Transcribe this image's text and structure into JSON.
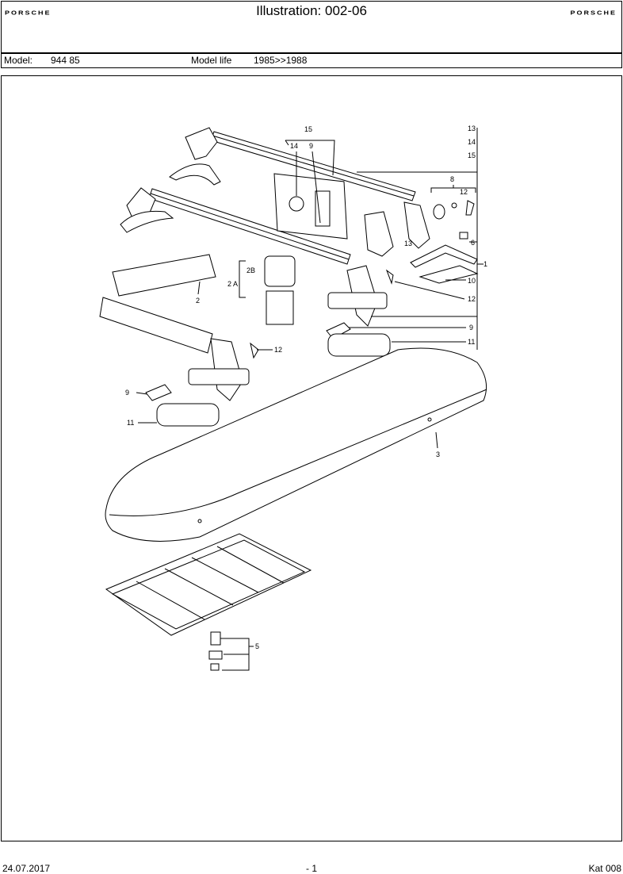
{
  "header": {
    "brand_left": "PORSCHE",
    "title": "Illustration: 002-06",
    "brand_right": "PORSCHE"
  },
  "model_bar": {
    "model_label": "Model:",
    "model_value": "944 85",
    "life_label": "Model life",
    "life_value": "1985>>1988"
  },
  "callouts": {
    "c15": "15",
    "c14": "14",
    "c9": "9",
    "c13": "13",
    "c14b": "14",
    "c15b": "15",
    "c8": "8",
    "c12a": "12",
    "c6": "6",
    "c13b": "13",
    "c1": "1",
    "c10": "10",
    "c2b": "2B",
    "c2a": "2 A",
    "c2": "2",
    "c12b": "12",
    "c9b": "9",
    "c11": "11",
    "c12c": "12",
    "c9c": "9",
    "c11b": "11",
    "c3": "3",
    "c5": "5"
  },
  "footer": {
    "date": "24.07.2017",
    "page": "- 1",
    "catalog": "Kat 008"
  }
}
